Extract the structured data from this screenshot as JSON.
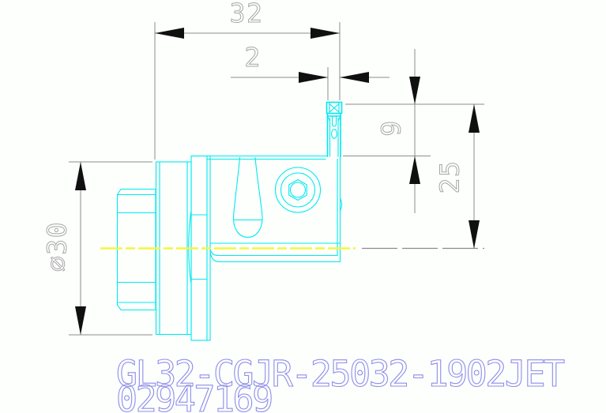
{
  "drawing": {
    "part_number": "GL32-CGJR-25032-1902JET",
    "order_number": "02947169",
    "dimensions": {
      "overall_length": "32",
      "insert_width": "2",
      "tip_to_body": "9",
      "tip_to_center": "25",
      "shank_diameter": "⌀30"
    }
  },
  "colors": {
    "background": "#fdfffd",
    "part-line": "#00e8f0",
    "centerline": "#f5f542",
    "dim-line": "#8c8c8c",
    "dim-text": "#a6a6a6",
    "arrow": "#101010",
    "label-text": "#8d8dea"
  }
}
